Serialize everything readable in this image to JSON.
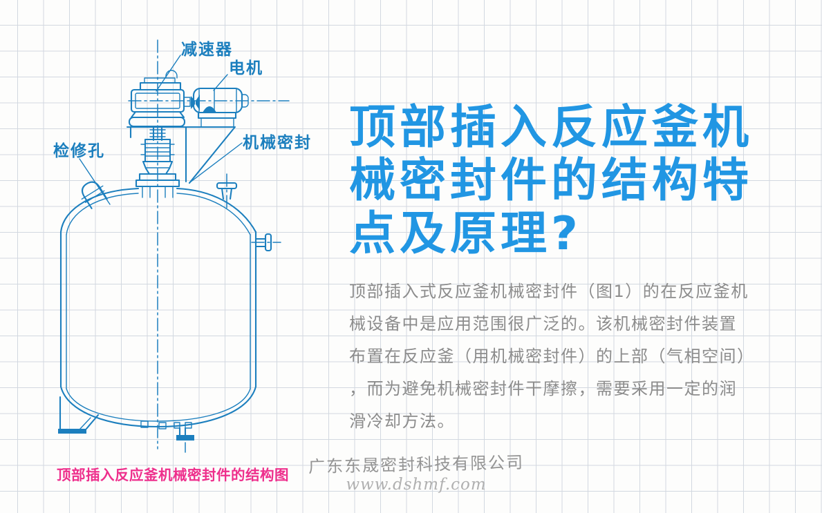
{
  "colors": {
    "title_blue": "#2196e3",
    "diagram_blue": "#1c7fbe",
    "caption_pink": "#ee2f8c",
    "body_gray": "#8c8c8c",
    "footer_gray": "#949494",
    "website_gray": "#b0b0b0",
    "grid_line": "#d2d8e0"
  },
  "diagram": {
    "type": "technical line drawing of a top-entry reactor vessel with agitator drive",
    "labels": {
      "reducer": "减速器",
      "motor": "电机",
      "mechanical_seal": "机械密封",
      "inspection_hole": "检修孔"
    },
    "caption": "顶部插入反应釜机械密封件的结构图"
  },
  "content": {
    "title": "顶部插入反应釜机械密封件的结构特点及原理?",
    "title_lines": [
      "顶部插入反应釜机",
      "械密封件的结构特",
      "点及原理?"
    ],
    "body_text": "顶部插入式反应釜机械密封件（图1）的在反应釜机械设备中是应用范围很广泛的。该机械密封件装置布置在反应釜（用机械密封件）的上部（气相空间），而为避免机械密封件干摩擦，需要采用一定的润滑冷却方法。",
    "body_lines": [
      "顶部插入式反应釜机械密封件（图1）的在反应釜机",
      "械设备中是应用范围很广泛的。该机械密封件装置",
      "布置在反应釜（用机械密封件）的上部（气相空间）",
      "，而为避免机械密封件干摩擦，需要采用一定的润",
      "滑冷却方法。"
    ]
  },
  "footer": {
    "company": "广东东晟密封科技有限公司",
    "website": "www.dshmf.com"
  }
}
